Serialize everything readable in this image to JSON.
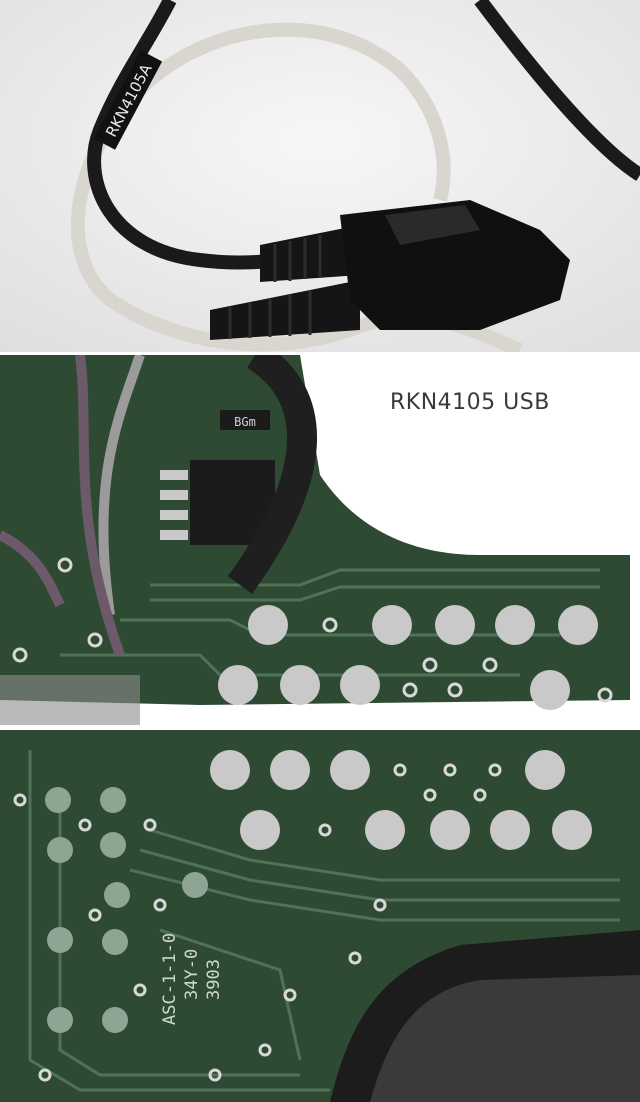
{
  "caption": "RKN4105 USB",
  "photos": {
    "cable": {
      "sleeve_label": "RKN4105A"
    },
    "pcb_top": {
      "component_marking": "BGm"
    },
    "pcb_bottom": {
      "silkscreen": [
        "ASC-1-1-0",
        "34Y-0",
        "3903"
      ]
    }
  },
  "colors": {
    "pcb_green": "#2f4a33",
    "solder_silver": "#c9c9c9",
    "cable_black": "#1a1a1a",
    "cable_white": "#d9d6cf"
  }
}
